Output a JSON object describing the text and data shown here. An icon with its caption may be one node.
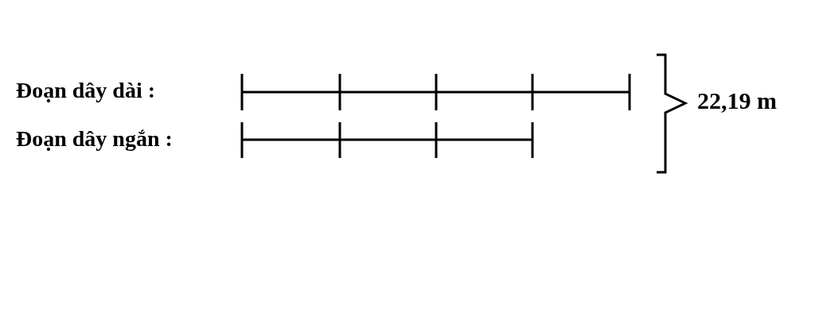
{
  "diagram": {
    "labels": [
      "Đoạn dây dài :",
      "Đoạn dây ngắn :",
      "22,19 m"
    ]
  }
}
